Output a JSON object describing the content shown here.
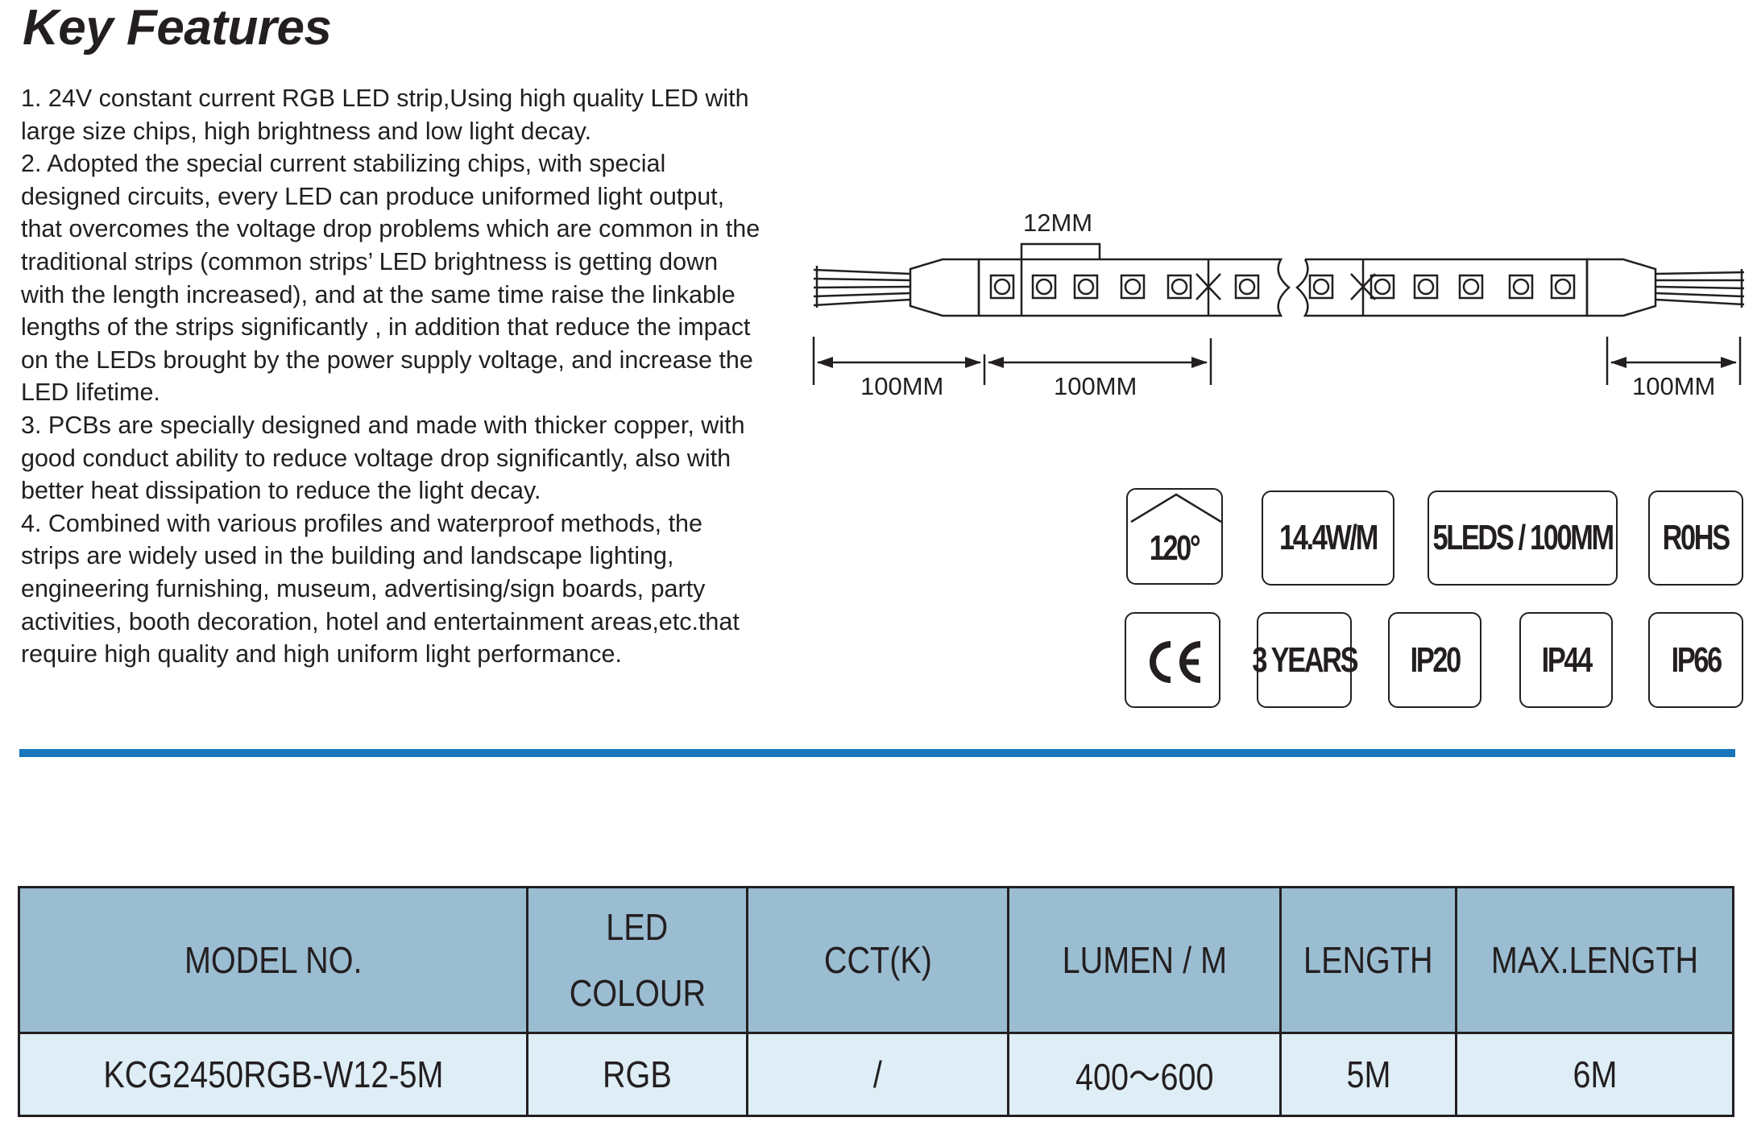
{
  "title": "Key Features",
  "features": [
    "1. 24V constant current RGB LED strip,Using high quality LED with large size chips, high brightness and low light decay.",
    "2. Adopted the special current stabilizing chips, with special designed circuits, every LED can produce uniformed light output, that overcomes the voltage drop problems which are common in the traditional strips (common strips’ LED brightness is getting down with the length increased), and at the same time raise the linkable lengths of the strips significantly , in addition that reduce the impact on the LEDs brought by the power supply voltage, and increase the LED lifetime.",
    "3. PCBs are specially designed and made with thicker copper, with good conduct ability to reduce voltage drop significantly, also with better heat dissipation to reduce the light decay.",
    "4. Combined with various profiles and waterproof methods, the strips are widely used in the building and landscape lighting, engineering furnishing, museum, advertising/sign boards, party activities, booth decoration, hotel and entertainment areas,etc.that require high quality and high uniform light performance."
  ],
  "diagram": {
    "width_label": "12MM",
    "dim_left": "100MM",
    "dim_mid": "100MM",
    "dim_right": "100MM"
  },
  "badges_row1": {
    "angle": "120°",
    "power": "14.4W/M",
    "density": "5LEDS / 100MM",
    "rohs": "R0HS"
  },
  "badges_row2": {
    "ce": "CE",
    "warranty": "3 YEARS",
    "ip20": "IP20",
    "ip44": "IP44",
    "ip66": "IP66"
  },
  "table": {
    "headers": {
      "model": "MODEL NO.",
      "led_line1": "LED",
      "led_line2": "COLOUR",
      "cct": "CCT(K)",
      "lumen": "LUMEN / M",
      "length": "LENGTH",
      "max_length": "MAX.LENGTH"
    },
    "row": {
      "model": "KCG2450RGB-W12-5M",
      "colour": "RGB",
      "cct": "/",
      "lumen": "400～600",
      "length": "5M",
      "max_length": "6M"
    }
  },
  "colors": {
    "accent_rule": "#1b75bb",
    "table_header": "#9bbdd2",
    "table_row": "#deedf6",
    "text": "#231f20"
  }
}
